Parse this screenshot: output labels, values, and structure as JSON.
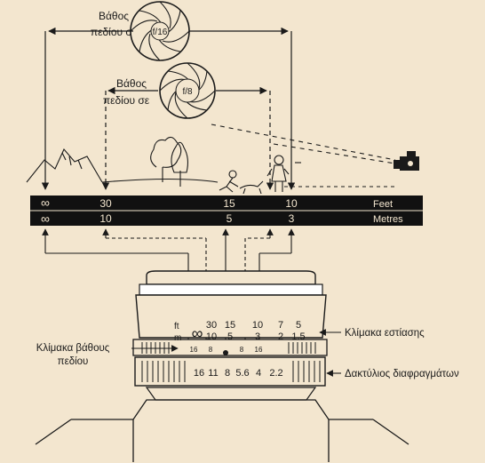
{
  "top_label": {
    "line1": "Βάθος",
    "line2": "πεδίου σε",
    "aperture": "f/16"
  },
  "mid_label": {
    "line1": "Βάθος",
    "line2": "πεδίου σε",
    "aperture": "f/8"
  },
  "scale": {
    "feet_values": [
      "∞",
      "30",
      "15",
      "10"
    ],
    "metres_values": [
      "∞",
      "10",
      "5",
      "3"
    ],
    "feet_unit": "Feet",
    "metres_unit": "Metres"
  },
  "lens": {
    "ft_label": "ft",
    "m_label": "m",
    "infinity": "∞",
    "ft_ticks": [
      "30",
      "15",
      "10",
      "7",
      "5"
    ],
    "m_ticks": [
      "10",
      "5",
      "3",
      "2",
      "1.5"
    ],
    "dof_ticks": [
      "16",
      "8",
      "8",
      "16"
    ],
    "aperture_values": [
      "16",
      "11",
      "8",
      "5.6",
      "4",
      "2.2"
    ]
  },
  "callouts": {
    "focus_scale": "Κλίμακα εστίασης",
    "dof_scale_line1": "Κλίμακα βάθους",
    "dof_scale_line2": "πεδίου",
    "aperture_ring": "Δακτύλιος διαφραγμάτων"
  },
  "colors": {
    "ink": "#1a1a1a",
    "paper": "#f3e6cf",
    "scale_bar": "#111111"
  }
}
